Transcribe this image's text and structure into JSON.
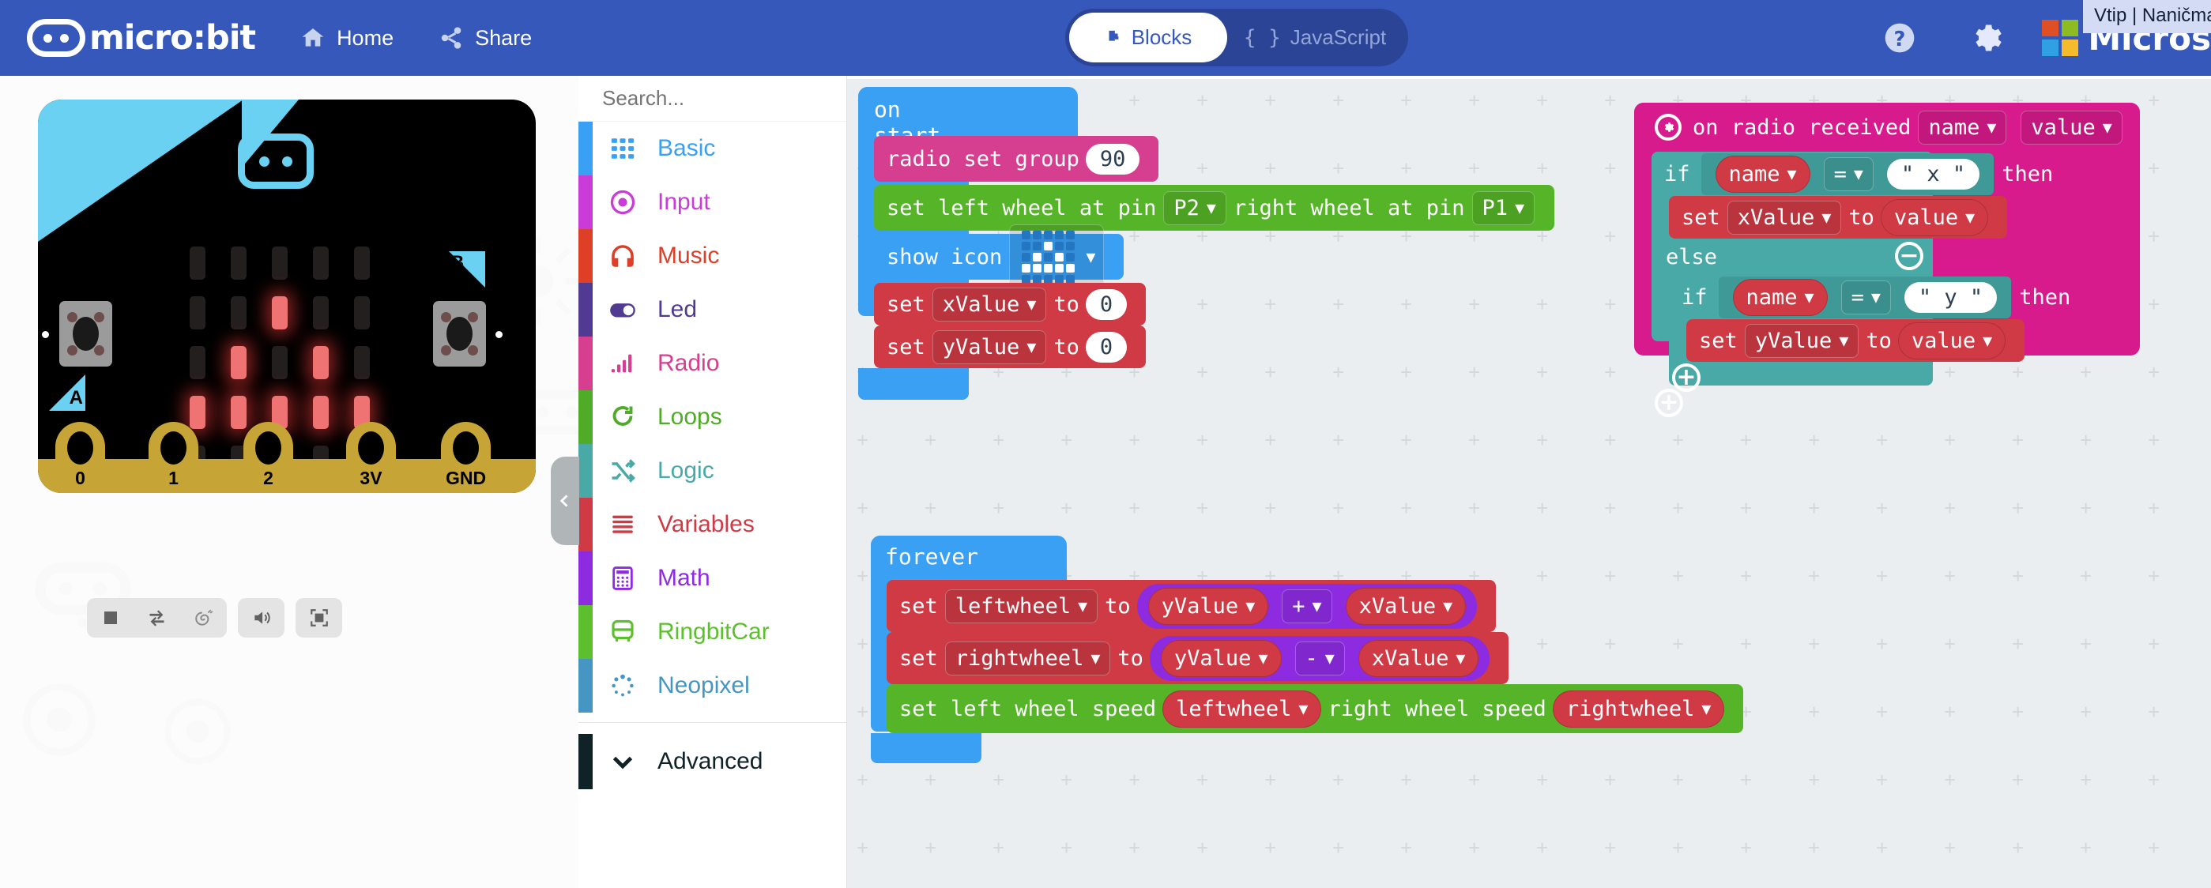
{
  "header": {
    "brand": "micro:bit",
    "brand_icon": "microbit-logo-icon",
    "home_label": "Home",
    "share_label": "Share",
    "blocks_label": "Blocks",
    "javascript_label": "JavaScript",
    "help_icon": "question-circle-icon",
    "gear_icon": "gear-icon",
    "microsoft_label": "Micros",
    "tooltip": "Vtip | Naničma",
    "bg_color": "#3558ba",
    "toggle_bg": "#2b4495"
  },
  "simulator": {
    "board_name": "microbit-board",
    "button_a_label": "A",
    "button_b_label": "B",
    "pins": [
      "0",
      "1",
      "2",
      "3V",
      "GND"
    ],
    "led_matrix": [
      [
        0,
        0,
        0,
        0,
        0
      ],
      [
        0,
        0,
        1,
        0,
        0
      ],
      [
        0,
        1,
        0,
        1,
        0
      ],
      [
        1,
        1,
        1,
        1,
        1
      ],
      [
        0,
        0,
        0,
        0,
        0
      ]
    ],
    "controls": [
      {
        "name": "stop-button",
        "icon": "stop-square-icon"
      },
      {
        "name": "restart-button",
        "icon": "refresh-icon"
      },
      {
        "name": "slow-motion-button",
        "icon": "snail-icon"
      },
      {
        "name": "mute-button",
        "icon": "volume-icon"
      },
      {
        "name": "fullscreen-button",
        "icon": "expand-icon"
      }
    ],
    "collapse_icon": "chevron-left-icon"
  },
  "toolbox": {
    "search_placeholder": "Search...",
    "search_icon": "search-icon",
    "categories": [
      {
        "label": "Basic",
        "color": "#3aa0f3",
        "icon": "grid-icon"
      },
      {
        "label": "Input",
        "color": "#c93cd8",
        "icon": "target-icon"
      },
      {
        "label": "Music",
        "color": "#de3f27",
        "icon": "headphones-icon"
      },
      {
        "label": "Led",
        "color": "#513a92",
        "icon": "toggle-icon"
      },
      {
        "label": "Radio",
        "color": "#d63f8f",
        "icon": "signal-bars-icon"
      },
      {
        "label": "Loops",
        "color": "#4fab28",
        "icon": "loop-arrow-icon"
      },
      {
        "label": "Logic",
        "color": "#48a9a6",
        "icon": "shuffle-icon"
      },
      {
        "label": "Variables",
        "color": "#cf3a44",
        "icon": "lines-icon"
      },
      {
        "label": "Math",
        "color": "#8d2be0",
        "icon": "calculator-icon"
      },
      {
        "label": "RingbitCar",
        "color": "#5ebf2e",
        "icon": "bus-icon"
      },
      {
        "label": "Neopixel",
        "color": "#4596c2",
        "icon": "dots-circle-icon"
      }
    ],
    "advanced_label": "Advanced",
    "advanced_icon": "chevron-down-icon",
    "advanced_color": "#0f2227"
  },
  "workspace": {
    "on_start": {
      "hat_label": "on start",
      "radio_set_group_label": "radio set group",
      "radio_group_value": "90",
      "set_wheels_label_1": "set left wheel at pin",
      "left_pin_value": "P2",
      "set_wheels_label_2": "right wheel at pin",
      "right_pin_value": "P1",
      "show_icon_label": "show icon",
      "show_icon_matrix": [
        [
          0,
          0,
          0,
          0,
          0
        ],
        [
          0,
          0,
          1,
          0,
          0
        ],
        [
          0,
          1,
          0,
          1,
          0
        ],
        [
          1,
          1,
          1,
          1,
          1
        ],
        [
          0,
          0,
          0,
          0,
          0
        ]
      ],
      "set_label": "set",
      "to_label": "to",
      "x_var": "xValue",
      "x_value": "0",
      "y_var": "yValue",
      "y_value": "0"
    },
    "forever": {
      "hat_label": "forever",
      "set_label": "set",
      "to_label": "to",
      "row1_var": "leftwheel",
      "row1_a": "yValue",
      "row1_op": "+",
      "row1_b": "xValue",
      "row2_var": "rightwheel",
      "row2_a": "yValue",
      "row2_op": "-",
      "row2_b": "xValue",
      "speed_label_1": "set left wheel speed",
      "speed_var_1": "leftwheel",
      "speed_label_2": "right wheel speed",
      "speed_var_2": "rightwheel"
    },
    "on_radio_received": {
      "gear_icon": "gear-badge-icon",
      "hat_label": "on radio received",
      "param_name": "name",
      "param_value": "value",
      "if_label": "if",
      "then_label": "then",
      "else_label": "else",
      "cond1_left": "name",
      "cond1_op": "=",
      "cond1_right": "\" x \"",
      "set_label": "set",
      "to_label": "to",
      "body1_var": "xValue",
      "body1_value": "value",
      "cond2_left": "name",
      "cond2_op": "=",
      "cond2_right": "\" y \"",
      "body2_var": "yValue",
      "body2_value": "value",
      "minus_button": "−",
      "plus_button_1": "+",
      "plus_button_2": "+"
    }
  }
}
